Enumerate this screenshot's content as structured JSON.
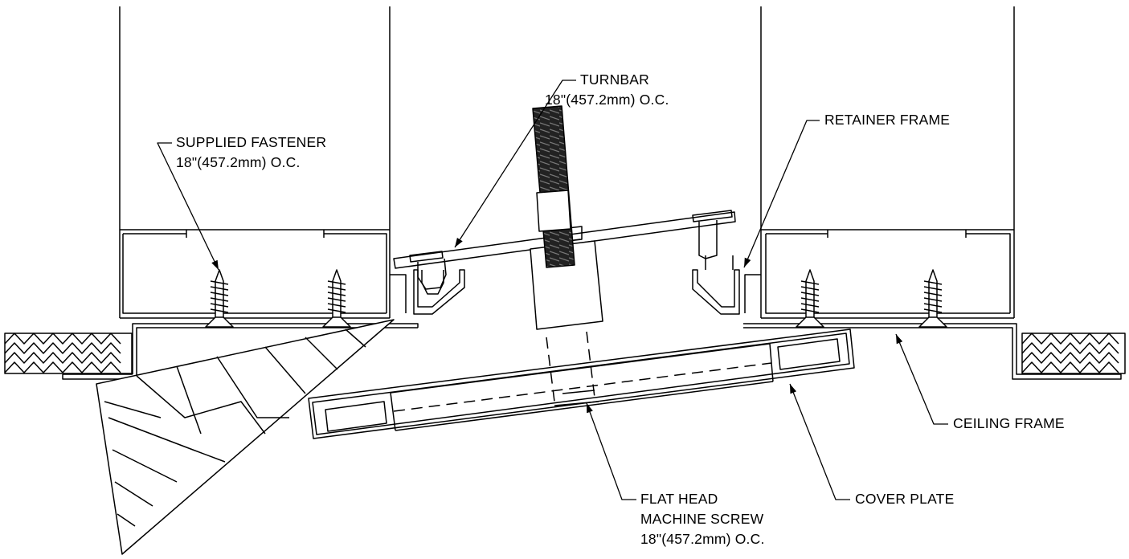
{
  "labels": {
    "turnbar": {
      "line1": "TURNBAR",
      "line2": "18\"(457.2mm) O.C."
    },
    "retainer_frame": {
      "line1": "RETAINER FRAME"
    },
    "supplied_fastener": {
      "line1": "SUPPLIED FASTENER",
      "line2": "18\"(457.2mm) O.C."
    },
    "ceiling_frame": {
      "line1": "CEILING FRAME"
    },
    "flat_head_screw": {
      "line1": "FLAT HEAD",
      "line2": "MACHINE SCREW",
      "line3": "18\"(457.2mm) O.C."
    },
    "cover_plate": {
      "line1": "COVER PLATE"
    }
  }
}
